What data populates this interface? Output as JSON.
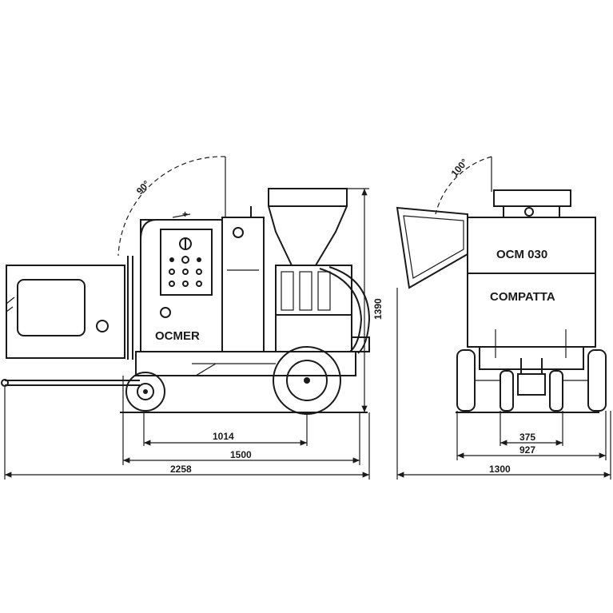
{
  "side_view": {
    "brand_label": "OCMER",
    "dimensions": {
      "overall_length": "2258",
      "chassis_length": "1500",
      "wheel_base": "1014",
      "height": "1390",
      "hopper_angle": "90°"
    }
  },
  "front_view": {
    "model_label": "OCM 030",
    "variant_label": "COMPATTA",
    "dimensions": {
      "overall_width": "1300",
      "track_width": "927",
      "inner_width": "375",
      "hopper_angle": "100°"
    }
  }
}
